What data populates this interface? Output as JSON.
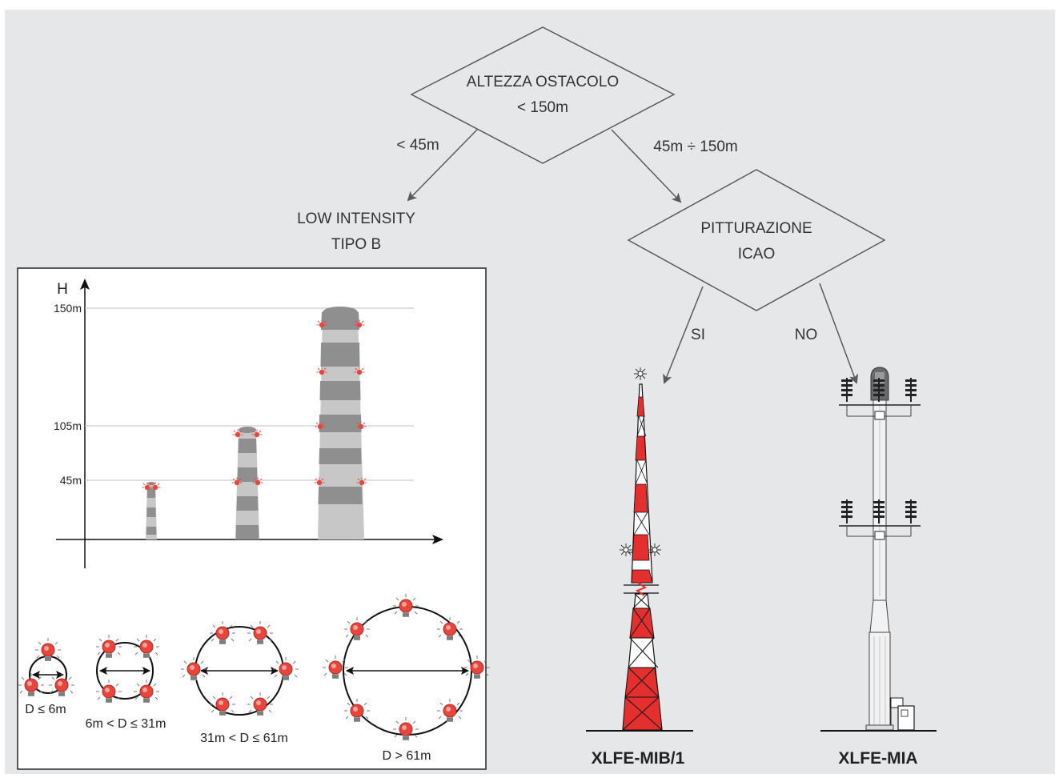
{
  "flowchart": {
    "decision_height": {
      "line1": "ALTEZZA OSTACOLO",
      "line2": "< 150m"
    },
    "branch_low": "< 45m",
    "branch_mid": "45m ÷ 150m",
    "result_low": {
      "line1": "LOW INTENSITY",
      "line2": "TIPO B"
    },
    "decision_paint": {
      "line1": "PITTURAZIONE",
      "line2": "ICAO"
    },
    "branch_yes": "SI",
    "branch_no": "NO"
  },
  "chart_panel": {
    "y_axis_label": "H",
    "levels": [
      "150m",
      "105m",
      "45m"
    ]
  },
  "diameter_rules": [
    "D ≤ 6m",
    "6m < D ≤ 31m",
    "31m < D ≤ 61m",
    "D > 61m"
  ],
  "products": {
    "mast_red": "XLFE-MIB/1",
    "mast_grey": "XLFE-MIA"
  },
  "colors": {
    "background": "#e6e7e8",
    "line": "#5a5a5a",
    "tower_red": "#e3302f",
    "lamp_red": "#e8453c",
    "chimney_light": "#c7c7c7",
    "chimney_dark": "#8f8f8f"
  }
}
